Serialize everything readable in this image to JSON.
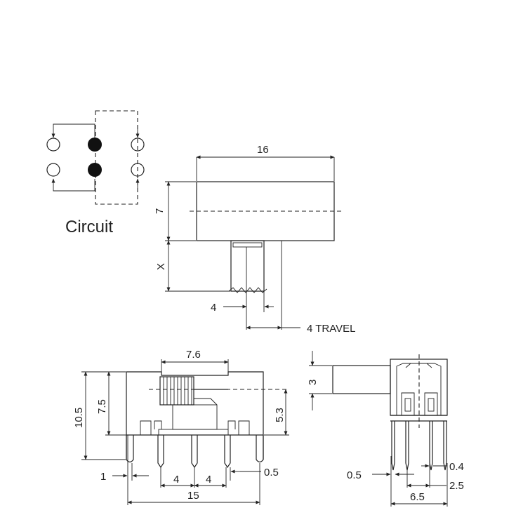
{
  "circuit": {
    "label": "Circuit"
  },
  "top_view": {
    "dim_width": "16",
    "dim_height": "7",
    "dim_x": "X",
    "dim_knob": "4",
    "dim_travel": "4 TRAVEL"
  },
  "front_view": {
    "dim_knob_width": "7.6",
    "dim_total_height": "10.5",
    "dim_knob_height": "7.5",
    "dim_body_height": "5.3",
    "dim_pin_thick": "1",
    "dim_pitch_left": "4",
    "dim_pitch_right": "4",
    "dim_pin_width": "0.5",
    "dim_total_width": "15"
  },
  "side_view": {
    "dim_knob": "3",
    "dim_pin_left": "0.5",
    "dim_pin_right": "0.4",
    "dim_spacing": "2.5",
    "dim_width": "6.5"
  }
}
